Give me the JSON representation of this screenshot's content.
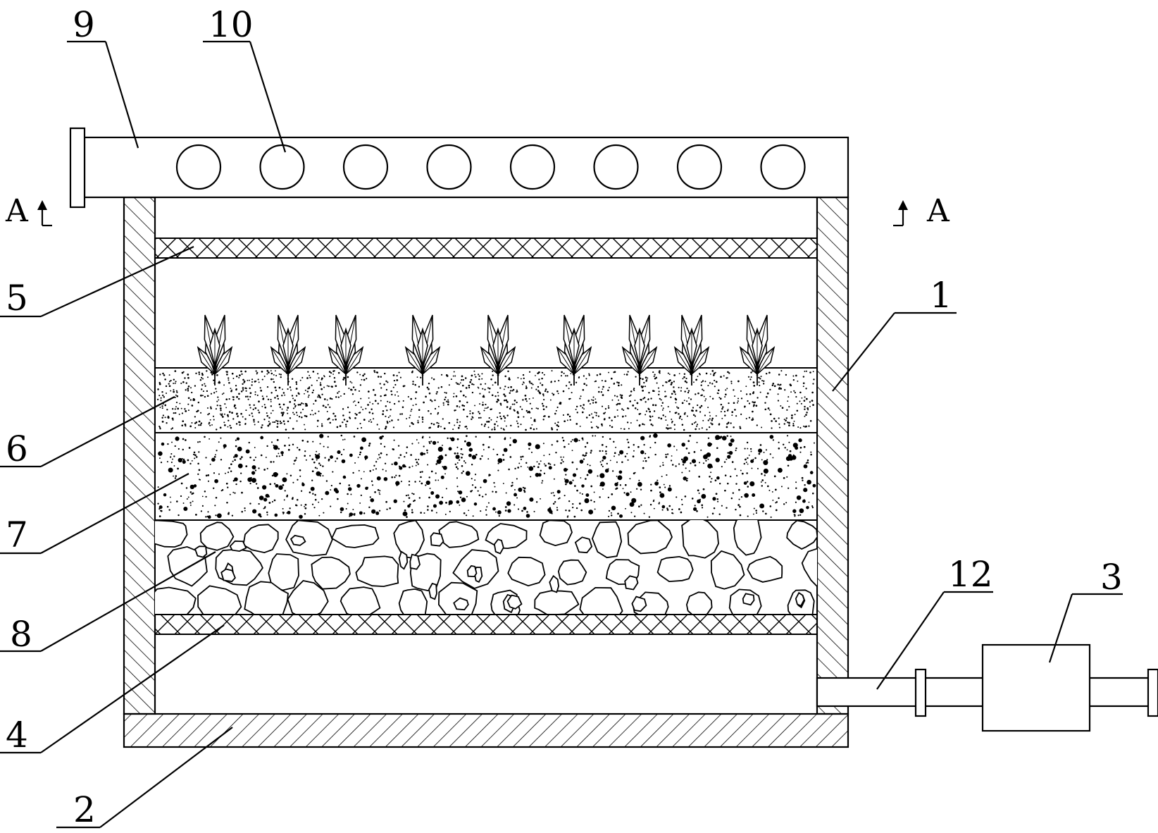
{
  "figure": {
    "section_marker": "A",
    "callouts": [
      {
        "id": "9",
        "text": "9"
      },
      {
        "id": "10",
        "text": "10"
      },
      {
        "id": "5",
        "text": "5"
      },
      {
        "id": "1",
        "text": "1"
      },
      {
        "id": "6",
        "text": "6"
      },
      {
        "id": "7",
        "text": "7"
      },
      {
        "id": "8",
        "text": "8"
      },
      {
        "id": "12",
        "text": "12"
      },
      {
        "id": "3",
        "text": "3"
      },
      {
        "id": "4",
        "text": "4"
      },
      {
        "id": "2",
        "text": "2"
      }
    ],
    "counts": {
      "spray_holes": 8,
      "plants": 9
    }
  }
}
